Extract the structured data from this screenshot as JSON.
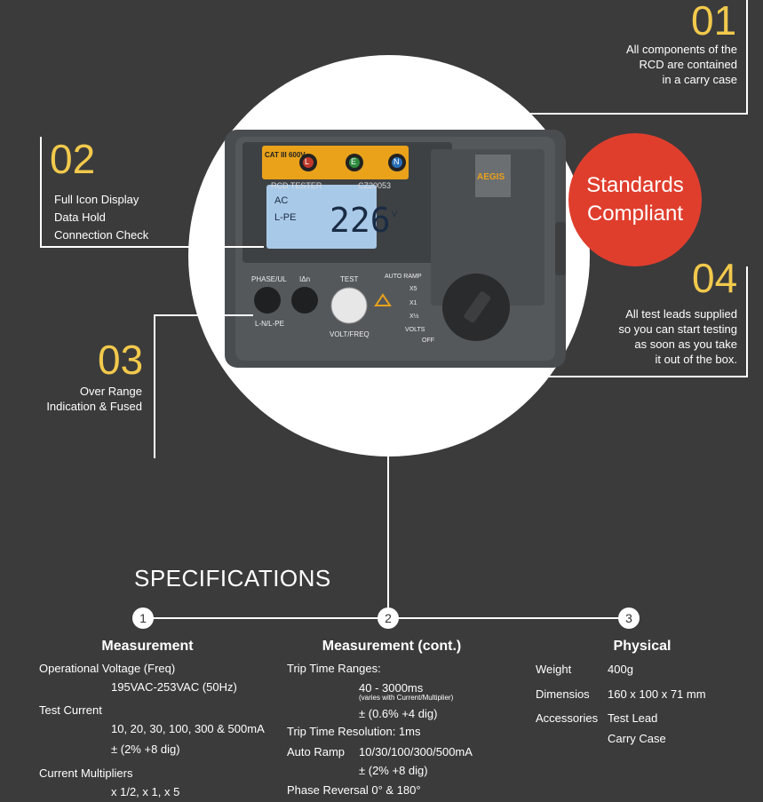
{
  "features": {
    "f01": {
      "num": "01",
      "lines": [
        "All components of the",
        "RCD are contained",
        "in a carry case"
      ]
    },
    "f02": {
      "num": "02",
      "lines": [
        "Full Icon Display",
        "Data Hold",
        "Connection Check"
      ]
    },
    "f03": {
      "num": "03",
      "lines": [
        "Over Range",
        "Indication & Fused"
      ]
    },
    "f04": {
      "num": "04",
      "lines": [
        "All test leads supplied",
        "so you can start testing",
        "as soon as you take",
        "it out of the box."
      ]
    }
  },
  "badge": {
    "line1": "Standards",
    "line2": "Compliant"
  },
  "device": {
    "cat_label": "CAT III 600V",
    "jack_l": "L",
    "jack_e": "E",
    "jack_n": "N",
    "model_label": "RCD TESTER",
    "model_code": "CZ20053",
    "lcd_ac": "AC",
    "lcd_lpe": "L-PE",
    "lcd_reading": "226",
    "lcd_unit": "V",
    "brand": "AEGIS",
    "btn_phase": "PHASE/UL",
    "btn_idn": "IΔn",
    "btn_test": "TEST",
    "btn_lnlpe": "L-N/L-PE",
    "btn_voltfreq": "VOLT/FREQ",
    "dial_autoramp": "AUTO RAMP",
    "dial_x5": "X5",
    "dial_x1": "X1",
    "dial_xhalf": "X½",
    "dial_volts": "VOLTS",
    "dial_off": "OFF"
  },
  "specs": {
    "title": "SPECIFICATIONS",
    "steps": [
      "1",
      "2",
      "3"
    ],
    "measurement": {
      "heading": "Measurement",
      "op_voltage_label": "Operational Voltage (Freq)",
      "op_voltage_value": "195VAC-253VAC (50Hz)",
      "test_current_label": "Test Current",
      "test_current_value": "10, 20, 30, 100, 300 & 500mA",
      "test_current_acc": "± (2% +8 dig)",
      "multipliers_label": "Current Multipliers",
      "multipliers_value": "x 1/2, x 1, x 5"
    },
    "measurement_cont": {
      "heading": "Measurement (cont.)",
      "trip_ranges_label": "Trip Time Ranges:",
      "trip_ranges_value": "40 - 3000ms",
      "trip_ranges_note": "(varies with Current/Multiplier)",
      "trip_ranges_acc": "± (0.6% +4 dig)",
      "trip_res": "Trip Time Resolution: 1ms",
      "auto_ramp_label": "Auto Ramp",
      "auto_ramp_value": "10/30/100/300/500mA",
      "auto_ramp_acc": "± (2% +8 dig)",
      "phase_reversal": "Phase Reversal 0° & 180°"
    },
    "physical": {
      "heading": "Physical",
      "weight_label": "Weight",
      "weight_value": "400g",
      "dimensions_label": "Dimensios",
      "dimensions_value": "160 x 100 x 71 mm",
      "accessories_label": "Accessories",
      "accessories_1": "Test Lead",
      "accessories_2": "Carry Case"
    }
  }
}
